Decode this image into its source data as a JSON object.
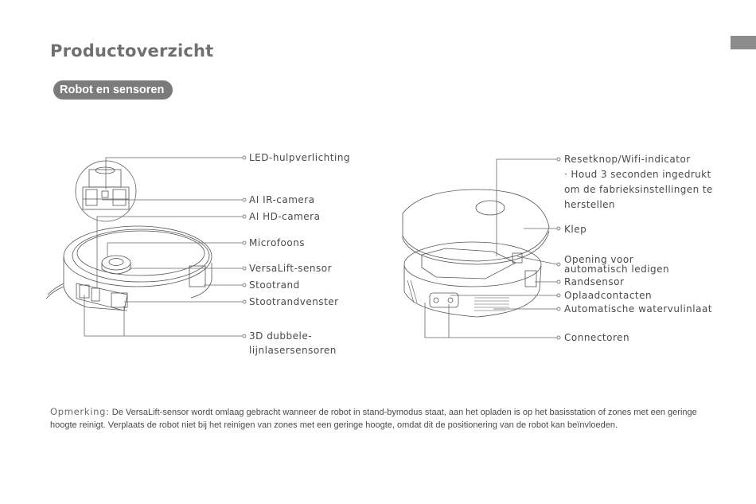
{
  "header": {
    "title": "Productoverzicht",
    "section_label": "Robot en sensoren"
  },
  "left_callouts": {
    "led": "LED-hulpverlichting",
    "ir_camera": "AI IR-camera",
    "hd_camera": "AI HD-camera",
    "microphones": "Microfoons",
    "versalift": "VersaLift-sensor",
    "bumper": "Stootrand",
    "bumper_window": "Stootrandvenster",
    "laser_sensors": "3D dubbele-lijnlasersensoren"
  },
  "right_callouts": {
    "reset": "Resetknop/Wifi-indicator",
    "reset_note": "· Houd 3 seconden ingedrukt om de fabrieksinstellingen te herstellen",
    "lid": "Klep",
    "auto_empty": "Opening voor automatisch ledigen",
    "edge_sensor": "Randsensor",
    "charging_contacts": "Oplaadcontacten",
    "water_inlet": "Automatische watervulinlaat",
    "connectors": "Connectoren"
  },
  "note": {
    "label": "Opmerking:",
    "text": "De VersaLift-sensor wordt omlaag gebracht wanneer de robot in stand-bymodus staat, aan het opladen is op het basisstation of zones met een geringe hoogte reinigt. Verplaats de robot niet bij het reinigen van zones met een geringe hoogte, omdat dit de positionering van de robot kan beïnvloeden."
  },
  "colors": {
    "pill_background": "#7b7b7b",
    "tab_marker": "#8c8c8c",
    "title": "#707070",
    "line_art": "#555555"
  }
}
